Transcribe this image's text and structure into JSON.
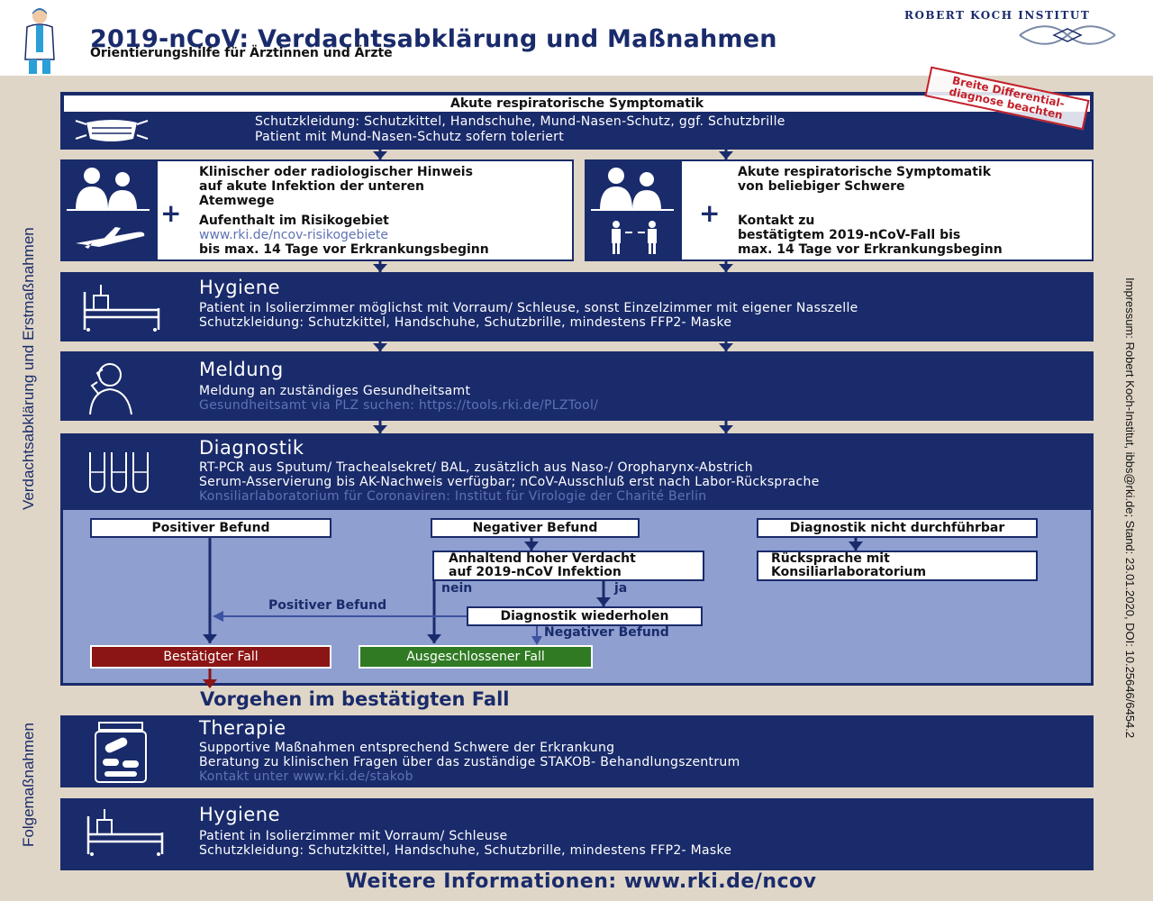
{
  "header": {
    "title": "2019-nCoV: Verdachtsabklärung und Maßnahmen",
    "subtitle": "Orientierungshilfe für Ärztinnen und Ärzte",
    "institute": "ROBERT KOCH INSTITUT"
  },
  "side": {
    "left_top": "Verdachtsabklärung und Erstmaßnahmen",
    "left_bottom": "Folgemaßnahmen",
    "right": "Impressum: Robert Koch-Institut, ibbs@rki.de; Stand: 23.01.2020, DOI: 10.25646/6454.2"
  },
  "symptom_box": {
    "title": "Akute respiratorische Symptomatik",
    "line1": "Schutzkleidung: Schutzkittel, Handschuhe, Mund-Nasen-Schutz, ggf. Schutzbrille",
    "line2": "Patient mit Mund-Nasen-Schutz sofern toleriert",
    "stamp_line1": "Breite Differential-",
    "stamp_line2": "diagnose beachten"
  },
  "criteria_left": {
    "line1": "Klinischer oder radiologischer Hinweis",
    "line2": "auf akute Infektion der unteren",
    "line3": "Atemwege",
    "line4": "Aufenthalt im Risikogebiet",
    "link": "www.rki.de/ncov-risikogebiete",
    "line5": "bis max. 14 Tage vor Erkrankungsbeginn"
  },
  "criteria_right": {
    "line1": "Akute respiratorische Symptomatik",
    "line2": "von beliebiger Schwere",
    "line3": "Kontakt zu",
    "line4": "bestätigtem 2019-nCoV-Fall bis",
    "line5": "max. 14 Tage vor Erkrankungsbeginn"
  },
  "hygiene1": {
    "title": "Hygiene",
    "line1": "Patient in Isolierzimmer möglichst mit Vorraum/ Schleuse, sonst Einzelzimmer mit eigener Nasszelle",
    "line2": "Schutzkleidung: Schutzkittel, Handschuhe, Schutzbrille, mindestens FFP2- Maske"
  },
  "meldung": {
    "title": "Meldung",
    "line1": "Meldung an zuständiges Gesundheitsamt",
    "link": "Gesundheitsamt via PLZ suchen: https://tools.rki.de/PLZTool/"
  },
  "diagnostik": {
    "title": "Diagnostik",
    "line1": "RT-PCR aus Sputum/ Trachealsekret/ BAL, zusätzlich aus Naso-/ Oropharynx-Abstrich",
    "line2": "Serum-Asservierung bis AK-Nachweis verfügbar; nCoV-Ausschluß erst nach Labor-Rücksprache",
    "link": "Konsiliarlaboratorium für Coronaviren: Institut für Virologie der Charité Berlin"
  },
  "flow": {
    "positive": "Positiver Befund",
    "negative": "Negativer Befund",
    "not_possible": "Diagnostik nicht durchführbar",
    "suspicion_line1": "Anhaltend hoher Verdacht",
    "suspicion_line2": "auf 2019-nCoV Infektion",
    "nein": "nein",
    "ja": "ja",
    "positive_arrow": "Positiver Befund",
    "repeat": "Diagnostik wiederholen",
    "negative_arrow": "Negativer Befund",
    "consult_line1": "Rücksprache mit",
    "consult_line2": "Konsiliarlaboratorium",
    "confirmed": "Bestätigter Fall",
    "excluded": "Ausgeschlossener Fall",
    "confirmed_color": "#8b1414",
    "excluded_color": "#2f7a22"
  },
  "confirmed_heading": "Vorgehen im bestätigten Fall",
  "therapie": {
    "title": "Therapie",
    "line1": "Supportive Maßnahmen entsprechend Schwere der Erkrankung",
    "line2": "Beratung zu klinischen Fragen über das zuständige STAKOB- Behandlungszentrum",
    "link": "Kontakt unter www.rki.de/stakob"
  },
  "hygiene2": {
    "title": "Hygiene",
    "line1": "Patient in Isolierzimmer mit Vorraum/ Schleuse",
    "line2": "Schutzkleidung: Schutzkittel, Handschuhe, Schutzbrille, mindestens FFP2- Maske"
  },
  "footer": "Weitere Informationen: www.rki.de/ncov",
  "icons": {
    "doctor": "doctor-figure-icon",
    "logo": "rki-logo-icon",
    "mask": "face-mask-icon",
    "doctors": "doctors-group-icon",
    "airplane": "airplane-icon",
    "contact": "contact-persons-icon",
    "bed": "hospital-bed-icon",
    "phone": "phone-call-icon",
    "tubes": "test-tubes-icon",
    "pills": "pill-jar-icon"
  },
  "colors": {
    "navy": "#1a2b6b",
    "background": "#dfd6c7",
    "panel": "#8e9fd0",
    "link": "#5e72b5"
  }
}
